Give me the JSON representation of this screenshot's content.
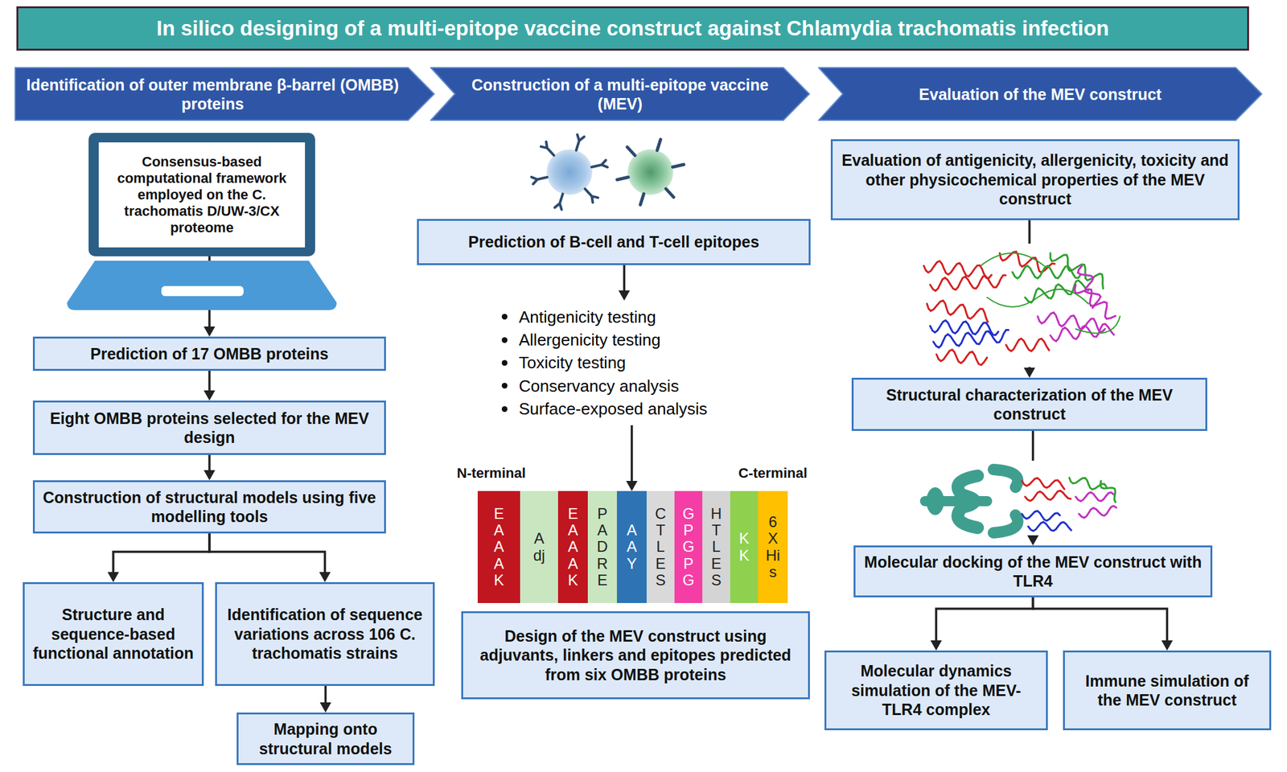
{
  "diagram": {
    "title": "In silico designing of a multi-epitope vaccine construct against Chlamydia trachomatis infection",
    "nodes": [
      {
        "text": [
          "Identification of outer membrane β-barrel (OMBB) proteins"
        ]
      },
      {
        "text": [
          "Construction of a multi-epitope vaccine (MEV)"
        ]
      },
      {
        "text": [
          "Evaluation of the MEV construct"
        ]
      },
      {
        "text": [
          "Consensus-based computational framework employed on the C. trachomatis D/UW-3/CX proteome"
        ]
      },
      {
        "text": [
          "Prediction of 17 OMBB proteins"
        ]
      },
      {
        "text": [
          "Eight OMBB proteins selected for the MEV design"
        ]
      },
      {
        "text": [
          "Construction of structural models using five modelling tools"
        ]
      },
      {
        "text": [
          "Structure and sequence-based functional annotation"
        ]
      },
      {
        "text": [
          "Identification of sequence variations across 106 C. trachomatis strains"
        ]
      },
      {
        "text": [
          "Mapping onto structural models"
        ]
      },
      {
        "text": [
          "Prediction of B-cell and T-cell epitopes"
        ]
      },
      {
        "text": [
          "Antigenicity testing",
          "Allergenicity testing",
          "Toxicity testing",
          "Conservancy analysis",
          "Surface-exposed analysis"
        ]
      },
      {
        "text": [
          "EAAAK"
        ]
      },
      {
        "text": [
          "Adj"
        ]
      },
      {
        "text": [
          "EAAAK"
        ]
      },
      {
        "text": [
          "PADRE"
        ]
      },
      {
        "text": [
          "AAY"
        ]
      },
      {
        "text": [
          "CTLES"
        ]
      },
      {
        "text": [
          "GPGPG"
        ]
      },
      {
        "text": [
          "HTLES"
        ]
      },
      {
        "text": [
          "KK"
        ]
      },
      {
        "text": [
          "6XHis"
        ]
      },
      {
        "text": [
          "Design of the MEV construct using adjuvants, linkers and epitopes predicted from six OMBB proteins"
        ]
      },
      {
        "text": [
          "Evaluation of antigenicity, allergenicity, toxicity and other physicochemical properties of the MEV construct"
        ]
      },
      {
        "text": [
          "Structural characterization of the MEV construct"
        ]
      },
      {
        "text": [
          "Molecular docking of the MEV construct with TLR4"
        ]
      },
      {
        "text": [
          "Molecular dynamics simulation of the MEV-TLR4 complex"
        ]
      },
      {
        "text": [
          "Immune simulation of the MEV construct"
        ]
      }
    ],
    "edges": [
      {
        "from": 3,
        "to": 4,
        "arrow": "to"
      },
      {
        "from": 4,
        "to": 5,
        "arrow": "to"
      },
      {
        "from": 5,
        "to": 6,
        "arrow": "to"
      },
      {
        "from": 6,
        "to": 7,
        "arrow": "to"
      },
      {
        "from": 6,
        "to": 8,
        "arrow": "to"
      },
      {
        "from": 8,
        "to": 9,
        "arrow": "to"
      },
      {
        "from": 10,
        "to": 11,
        "arrow": "to"
      },
      {
        "from": 11,
        "to": 16,
        "arrow": "to"
      },
      {
        "from": 23,
        "to": 24,
        "arrow": "to"
      },
      {
        "from": 24,
        "to": 25,
        "arrow": "to"
      },
      {
        "from": 25,
        "to": 26,
        "arrow": "to"
      },
      {
        "from": 25,
        "to": 27,
        "arrow": "to"
      }
    ],
    "labels": [
      "N-terminal",
      "C-terminal"
    ]
  }
}
